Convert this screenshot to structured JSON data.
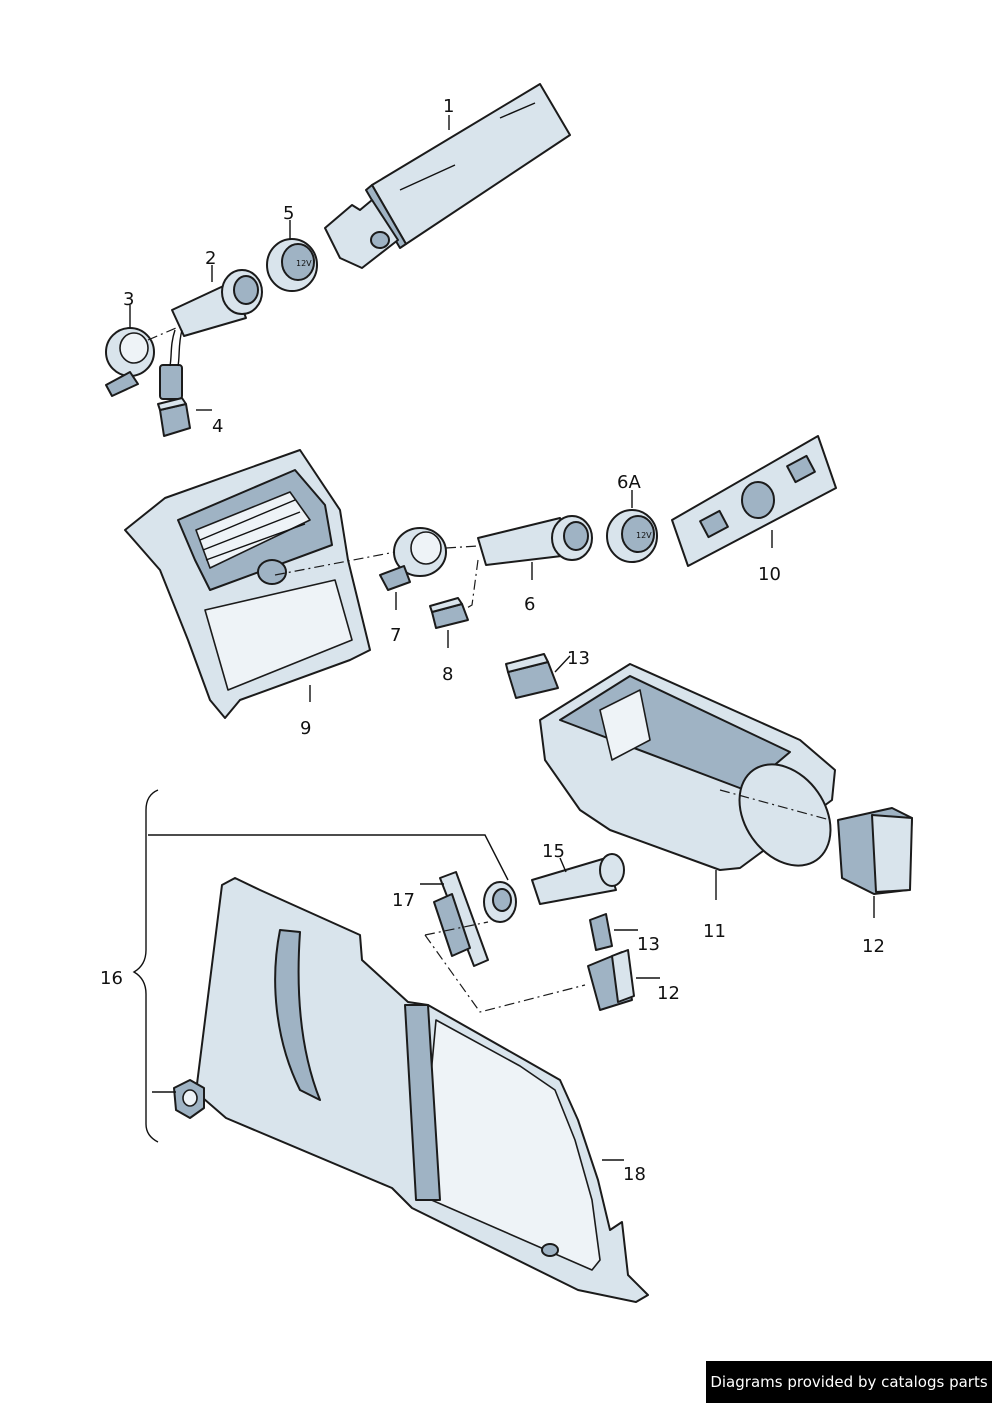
{
  "callouts": {
    "c1": "1",
    "c2": "2",
    "c3": "3",
    "c4": "4",
    "c5": "5",
    "c6A": "6A",
    "c6": "6",
    "c7": "7",
    "c8": "8",
    "c9": "9",
    "c10": "10",
    "c11": "11",
    "c12a": "12",
    "c12b": "12",
    "c13a": "13",
    "c13b": "13",
    "c15": "15",
    "c16": "16",
    "c17": "17",
    "c18": "18"
  },
  "socket_labels": {
    "s5": "12V",
    "s6A": "12V"
  },
  "footer": {
    "text": "Diagrams provided by catalogs parts"
  },
  "colors": {
    "part": "#d9e4ec",
    "shade": "#9fb3c4",
    "outline": "#1b1b1b"
  }
}
